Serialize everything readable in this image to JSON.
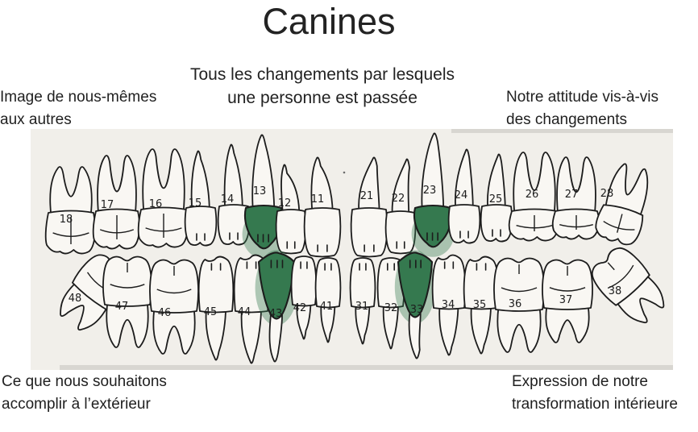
{
  "title": "Canines",
  "subtitle": {
    "line1": "Tous les changements par lesquels",
    "line2": "une personne est passée"
  },
  "annotations": {
    "top_left": {
      "line1": "Image de nous-mêmes",
      "line2": "aux autres"
    },
    "top_right": {
      "line1": "Notre attitude vis-à-vis",
      "line2": "des changements"
    },
    "bottom_left": {
      "line1": "Ce que nous souhaitons",
      "line2": "accomplir à l’extérieur"
    },
    "bottom_right": {
      "line1": "Expression de notre",
      "line2": "transformation intérieure"
    }
  },
  "chart": {
    "type": "dental-chart",
    "notation": "FDI",
    "upper_row": [
      "18",
      "17",
      "16",
      "15",
      "14",
      "13",
      "12",
      "11",
      "21",
      "22",
      "23",
      "24",
      "25",
      "26",
      "27",
      "28"
    ],
    "lower_row": [
      "48",
      "47",
      "46",
      "45",
      "44",
      "43",
      "42",
      "41",
      "31",
      "32",
      "33",
      "34",
      "35",
      "36",
      "37",
      "38"
    ],
    "highlighted_teeth": [
      "13",
      "23",
      "33",
      "43"
    ],
    "highlight_color": "#35794f",
    "line_color": "#1c1c1c",
    "paper_color": "#f1efea",
    "tooth_fill": "#f9f7f3",
    "number_color": "#1d1d1d"
  }
}
